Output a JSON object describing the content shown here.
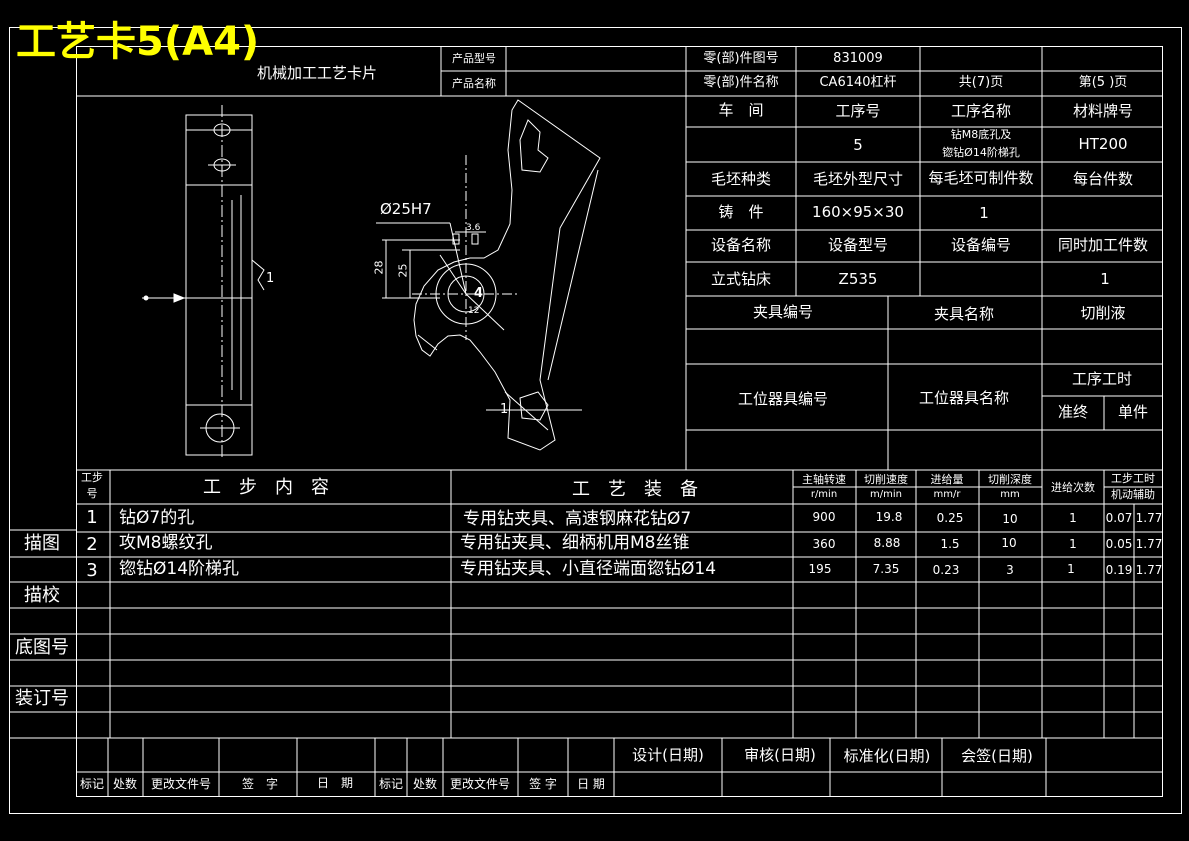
{
  "sheet_title": "工艺卡5(A4)",
  "card_title": "机械加工工艺卡片",
  "header": {
    "product_model_label": "产品型号",
    "product_name_label": "产品名称",
    "part_drawing_no_label": "零(部)件图号",
    "part_drawing_no": "831009",
    "part_name_label": "零(部)件名称",
    "part_name": "CA6140杠杆",
    "total_pages": "共(7)页",
    "page_no": "第(5 )页"
  },
  "info": {
    "workshop_label": "车　间",
    "op_no_label": "工序号",
    "op_name_label": "工序名称",
    "material_label": "材料牌号",
    "op_no": "5",
    "op_name_line1": "钻M8底孔及",
    "op_name_line2": "锪钻Ø14阶梯孔",
    "material": "HT200",
    "blank_type_label": "毛坯种类",
    "blank_size_label": "毛坯外型尺寸",
    "per_blank_label": "每毛坯可制件数",
    "per_unit_label": "每台件数",
    "blank_type": "铸　件",
    "blank_size": "160×95×30",
    "per_blank": "1",
    "equip_name_label": "设备名称",
    "equip_model_label": "设备型号",
    "equip_no_label": "设备编号",
    "simul_label": "同时加工件数",
    "equip_name": "立式钻床",
    "equip_model": "Z535",
    "simul": "1",
    "fixture_no_label": "夹具编号",
    "fixture_name_label": "夹具名称",
    "coolant_label": "切削液",
    "station_no_label": "工位器具编号",
    "station_name_label": "工位器具名称",
    "op_time_label": "工序工时",
    "prep_label": "准终",
    "unit_label": "单件"
  },
  "drawing": {
    "dia_label": "Ø25H7",
    "dim_28": "28",
    "dim_25": "25",
    "dim_36": "3.6",
    "mark_4": "4",
    "mark_12": "12",
    "mark_1a": "1",
    "mark_1b": "1"
  },
  "steps_header": {
    "step_no_l1": "工步",
    "step_no_l2": "号",
    "content": "工　步　内　容",
    "equipment": "工　艺　装　备",
    "spindle_l1": "主轴转速",
    "spindle_l2": "r/min",
    "speed_l1": "切削速度",
    "speed_l2": "m/min",
    "feed_l1": "进给量",
    "feed_l2": "mm/r",
    "depth_l1": "切削深度",
    "depth_l2": "mm",
    "passes": "进给次数",
    "time_l1": "工步工时",
    "time_l2": "机动辅助"
  },
  "steps": [
    {
      "no": "1",
      "content": "钻Ø7的孔",
      "equipment": "专用钻夹具、高速钢麻花钻Ø7",
      "spindle": "900",
      "speed": "19.8",
      "feed": "0.25",
      "depth": "10",
      "passes": "1",
      "machine": "0.07",
      "aux": "1.77"
    },
    {
      "no": "2",
      "content": "攻M8螺纹孔",
      "equipment": "专用钻夹具、细柄机用M8丝锥",
      "spindle": "360",
      "speed": "8.88",
      "feed": "1.5",
      "depth": "10",
      "passes": "1",
      "machine": "0.05",
      "aux": "1.77"
    },
    {
      "no": "3",
      "content": "锪钻Ø14阶梯孔",
      "equipment": "专用钻夹具、小直径端面锪钻Ø14",
      "spindle": "195",
      "speed": "7.35",
      "feed": "0.23",
      "depth": "3",
      "passes": "1",
      "machine": "0.19",
      "aux": "1.77"
    }
  ],
  "side": {
    "trace": "描图",
    "trace_check": "描校",
    "base_no": "底图号",
    "binding_no": "装订号"
  },
  "footer": {
    "design": "设计(日期)",
    "review": "审核(日期)",
    "standard": "标准化(日期)",
    "countersign": "会签(日期)",
    "mark": "标记",
    "place": "处数",
    "change_doc": "更改文件号",
    "sign": "签　字",
    "date": "日　期",
    "mark2": "标记",
    "place2": "处数",
    "change_doc2": "更改文件号",
    "sign2": "签 字",
    "date2": "日 期"
  },
  "colors": {
    "background": "#000000",
    "line": "#ffffff",
    "title": "#ffff00"
  }
}
